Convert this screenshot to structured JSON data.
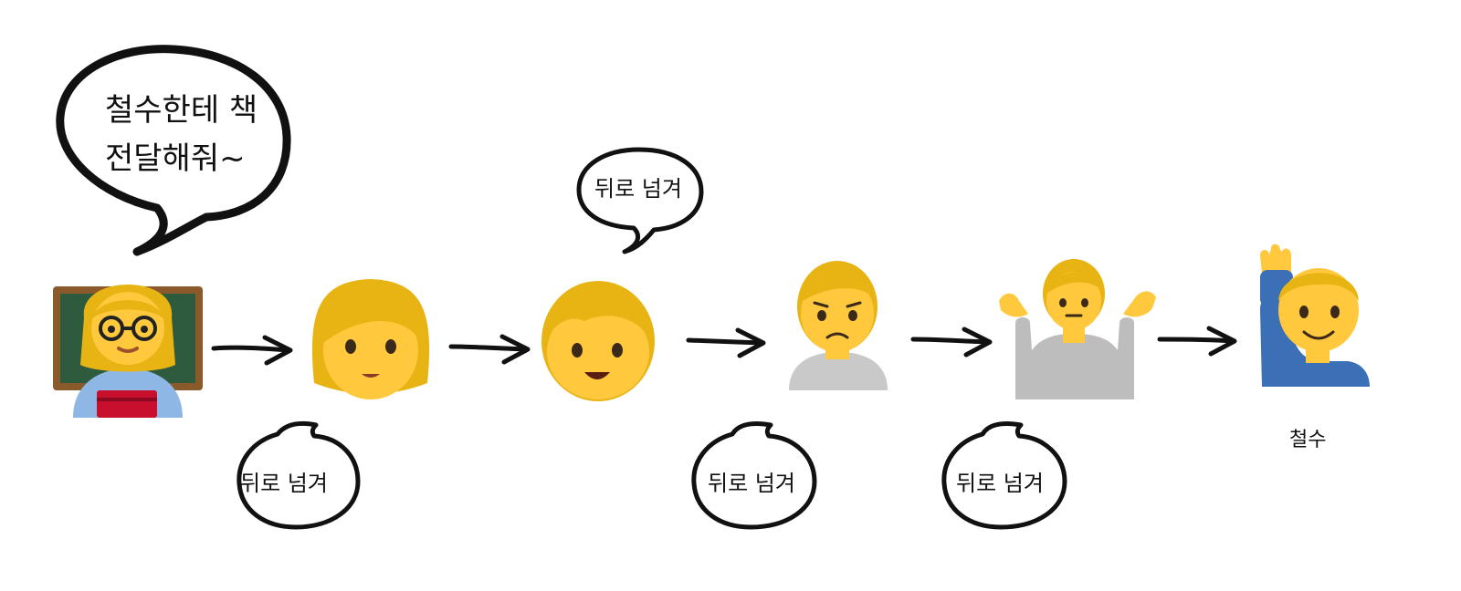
{
  "bubbles": {
    "teacher": {
      "line1": "철수한테 책",
      "line2": "전달해줘~"
    },
    "pass_1": "뒤로 넘겨",
    "pass_2": "뒤로 넘겨",
    "pass_3": "뒤로 넘겨",
    "pass_4": "뒤로 넘겨"
  },
  "people": [
    {
      "role": "teacher",
      "icon": "woman-teacher-icon"
    },
    {
      "role": "student-1",
      "icon": "woman-icon"
    },
    {
      "role": "student-2",
      "icon": "child-icon"
    },
    {
      "role": "student-3",
      "icon": "frowning-person-icon"
    },
    {
      "role": "student-4",
      "icon": "shrugging-person-icon"
    },
    {
      "role": "student-5",
      "icon": "man-raising-hand-icon",
      "label": "철수"
    }
  ],
  "colors": {
    "skin": "#FFC83D",
    "hair": "#E8B414",
    "chalkboard": "#2E5B3E",
    "board_frame": "#8A5A2B",
    "sweater_grey": "#C9C9C9",
    "shirt_blue": "#3B6FB6",
    "book_red": "#C8102E",
    "ink": "#111111"
  }
}
